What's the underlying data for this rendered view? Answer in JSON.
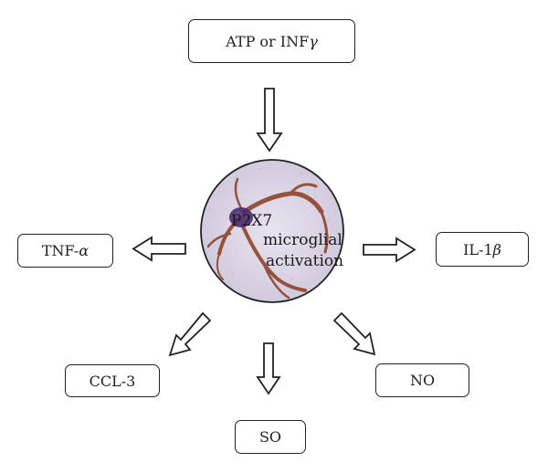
{
  "diagram": {
    "center": {
      "line1": "P2X7",
      "line2": "microglial",
      "line3": "activation"
    },
    "boxes": {
      "top": {
        "label": "ATP or INF",
        "greek": "γ"
      },
      "left": {
        "label": "TNF-",
        "greek": "α"
      },
      "right": {
        "label": "IL-1",
        "greek": "β"
      },
      "bottom_left": {
        "label": "CCL-3"
      },
      "bottom": {
        "label": "SO"
      },
      "bottom_right": {
        "label": "NO"
      }
    }
  },
  "colors": {
    "border": "#222222",
    "arrow_fill": "#ffffff",
    "cell_background": "#d9d4e6",
    "stain_brown": "#8a3b1f",
    "nucleus_purple": "#4a2a6e"
  }
}
